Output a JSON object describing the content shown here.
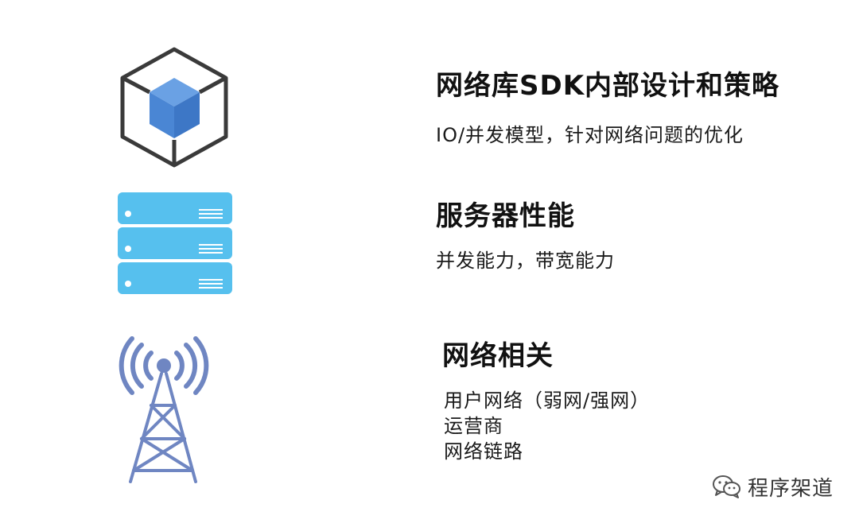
{
  "sections": [
    {
      "icon": "cube-in-hexagon-icon",
      "title": "网络库SDK内部设计和策略",
      "lines": [
        "IO/并发模型，针对网络问题的优化"
      ]
    },
    {
      "icon": "server-stack-icon",
      "title": "服务器性能",
      "lines": [
        "并发能力，带宽能力"
      ]
    },
    {
      "icon": "signal-tower-icon",
      "title": "网络相关",
      "lines": [
        "用户网络（弱网/强网）",
        "运营商",
        "网络链路"
      ]
    }
  ],
  "watermark": {
    "icon": "wechat-icon",
    "text": "程序架道"
  },
  "colors": {
    "hex_stroke": "#3a3a3a",
    "cube_front": "#4a86d4",
    "cube_top": "#6aa1e4",
    "server_fill": "#56c0ee",
    "tower": "#6f86c2"
  }
}
